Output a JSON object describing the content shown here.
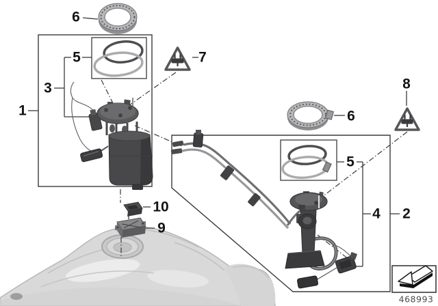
{
  "diagram": {
    "callouts": {
      "item1": "1",
      "item2": "2",
      "item3": "3",
      "item4": "4",
      "item5": "5",
      "item6": "6",
      "item7": "7",
      "item8": "8",
      "item9": "9",
      "item10": "10"
    },
    "legend": {
      "part_number": "468993"
    },
    "icons": {
      "warning_triangle_left": "electric-plug-warning-icon",
      "warning_triangle_right": "electric-plug-warning-icon",
      "direction_arrow": "direction-arrow-icon"
    },
    "colors": {
      "background": "#ffffff",
      "outline": "#3a3a3a",
      "part_dark": "#454548",
      "part_mid": "#8f8f92",
      "tank_light": "#d9d9d9",
      "label": "#141414"
    }
  }
}
